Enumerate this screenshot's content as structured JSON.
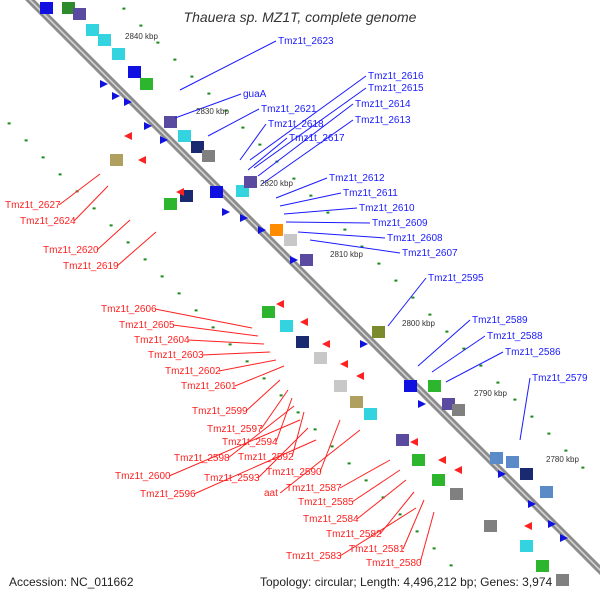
{
  "title": "Thauera sp. MZ1T, complete genome",
  "accession": "Accession: NC_011662",
  "topology": "Topology: circular; Length: 4,496,212 bp; Genes: 3,974",
  "colors": {
    "forward_label": "#1a1aff",
    "reverse_label": "#ff2020",
    "backbone": "#8c8c8c",
    "tick": "#1a8a1a"
  },
  "scale_labels": [
    "2840 kbp",
    "2830 kbp",
    "2820 kbp",
    "2810 kbp",
    "2800 kbp",
    "2790 kbp",
    "2780 kbp"
  ],
  "forward_labels": [
    "Tmz1t_2623",
    "guaA",
    "Tmz1t_2621",
    "Tmz1t_2618",
    "Tmz1t_2617",
    "Tmz1t_2616",
    "Tmz1t_2615",
    "Tmz1t_2614",
    "Tmz1t_2613",
    "Tmz1t_2612",
    "Tmz1t_2611",
    "Tmz1t_2610",
    "Tmz1t_2609",
    "Tmz1t_2608",
    "Tmz1t_2607",
    "Tmz1t_2595",
    "Tmz1t_2589",
    "Tmz1t_2588",
    "Tmz1t_2586",
    "Tmz1t_2579"
  ],
  "reverse_labels": [
    "Tmz1t_2627",
    "Tmz1t_2624",
    "Tmz1t_2620",
    "Tmz1t_2619",
    "Tmz1t_2606",
    "Tmz1t_2605",
    "Tmz1t_2604",
    "Tmz1t_2603",
    "Tmz1t_2602",
    "Tmz1t_2601",
    "Tmz1t_2599",
    "Tmz1t_2597",
    "Tmz1t_2594",
    "Tmz1t_2598",
    "Tmz1t_2592",
    "Tmz1t_2600",
    "Tmz1t_2593",
    "Tmz1t_2590",
    "Tmz1t_2596",
    "aat",
    "Tmz1t_2587",
    "Tmz1t_2585",
    "Tmz1t_2584",
    "Tmz1t_2582",
    "Tmz1t_2581",
    "Tmz1t_2583",
    "Tmz1t_2580"
  ]
}
